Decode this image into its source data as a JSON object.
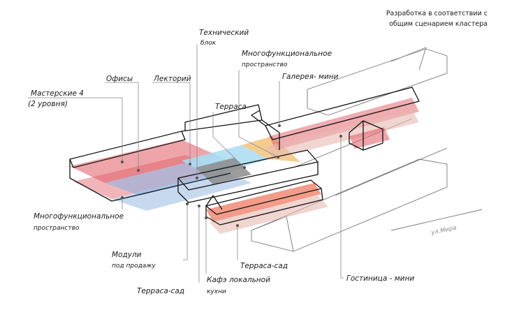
{
  "header": {
    "line1": "Разработка в соответствии с",
    "line2": "общим сценарием кластера"
  },
  "labels": {
    "workshops_1": "Мастерские 4",
    "workshops_2": "(2 уровня)",
    "offices": "Офисы",
    "lecture": "Лекторий",
    "tech_1": "Технический",
    "tech_2": "блок",
    "multi_top_1": "Многофункциональное",
    "multi_top_2": "пространство",
    "gallery": "Галерея- мини",
    "terrace": "Терраса",
    "multi_bottom_1": "Многофункциональное",
    "multi_bottom_2": "пространство",
    "modules_1": "Модули",
    "modules_2": "под продажу",
    "terrace_garden_left": "Терраса-сад",
    "cafe_1": "Кафэ локальной",
    "cafe_2": "кухни",
    "terrace_garden_right": "Терраса-сад",
    "hotel": "Гостиница - мини",
    "street": "ул.Мира"
  },
  "colors": {
    "red": "#e05a63",
    "blue": "#8fb3df",
    "light_blue": "#a9dcf2",
    "orange": "#f3bf73",
    "gray": "#8c8c8c",
    "salmon": "#f0836b",
    "pink": "#e7b9b2"
  }
}
